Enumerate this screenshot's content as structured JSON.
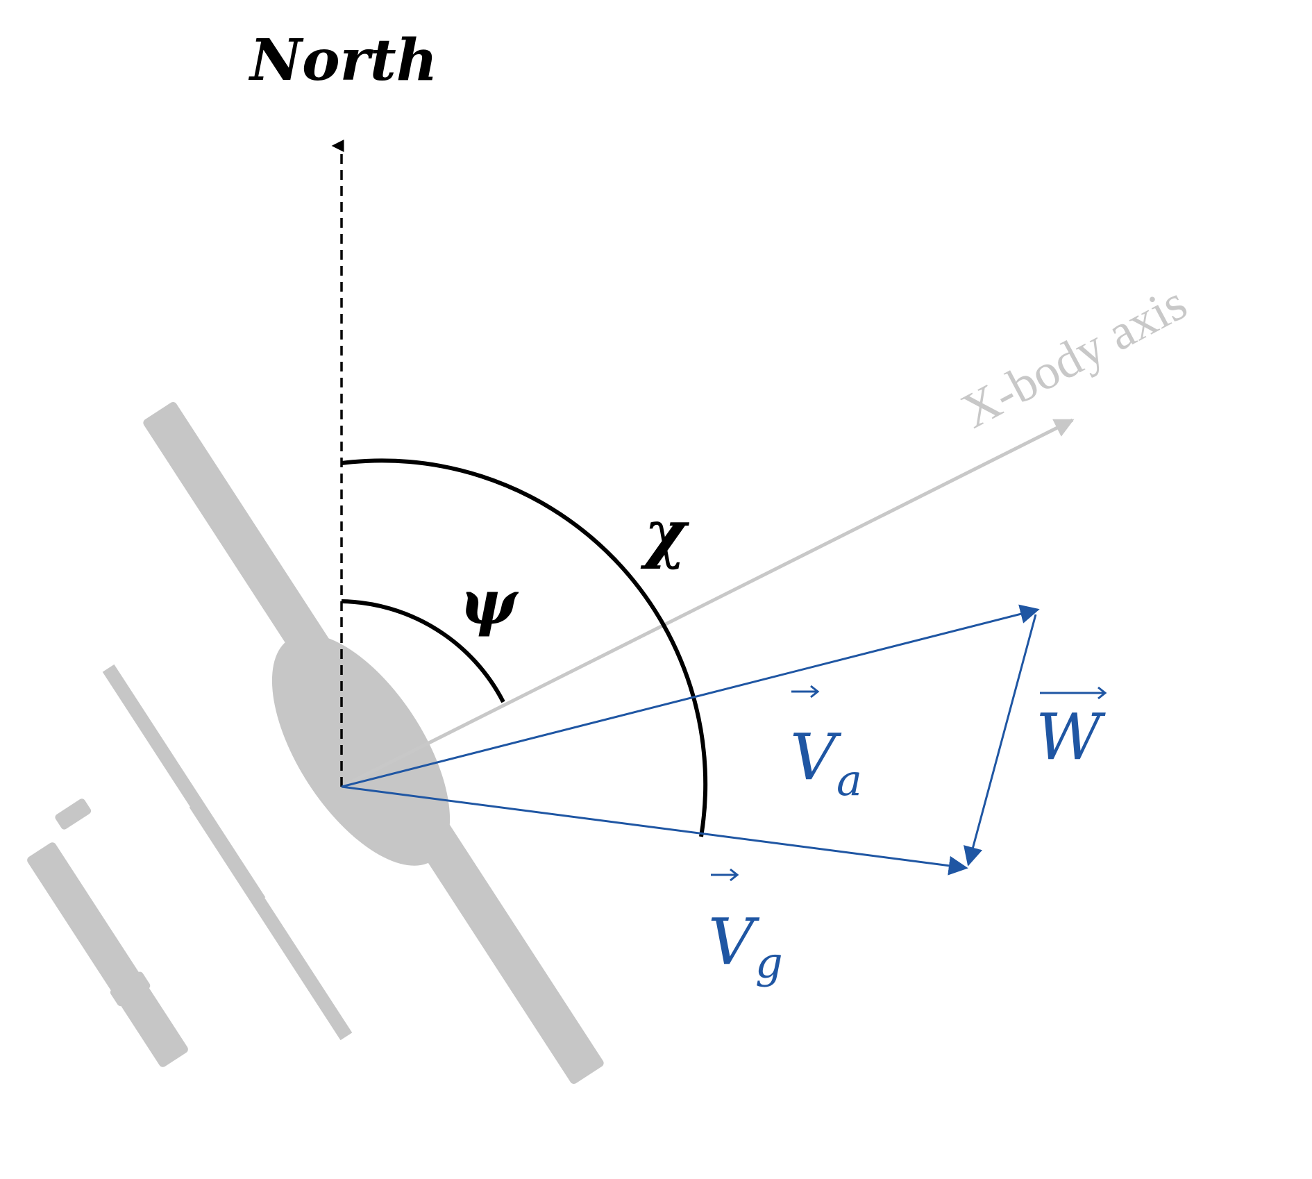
{
  "labels": {
    "north": "North",
    "x_body_axis": "X-body axis",
    "psi": "ψ",
    "chi": "χ",
    "va_base": "V",
    "va_sub": "a",
    "vg_base": "V",
    "vg_sub": "g",
    "w": "W"
  },
  "colors": {
    "black": "#000000",
    "blue": "#1f56a3",
    "gray": "#c8c8c8",
    "aircraft": "#c4c4c4"
  },
  "icons": {
    "aircraft": "fixed-wing-uav-silhouette"
  }
}
